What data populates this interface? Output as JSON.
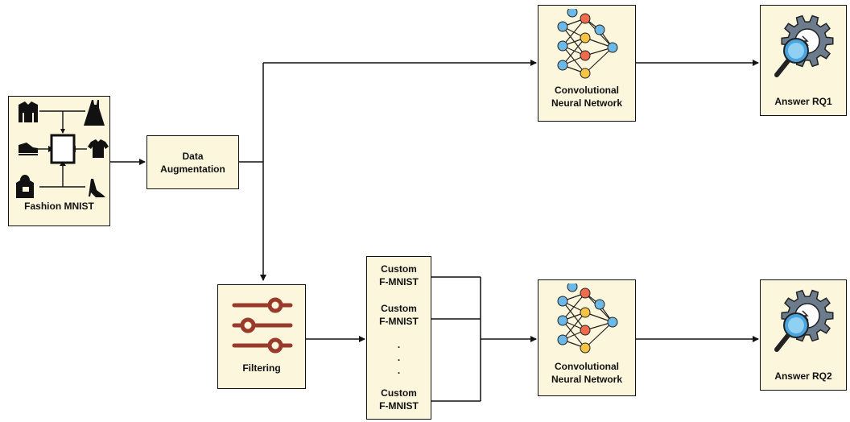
{
  "nodes": {
    "fashion_mnist": "Fashion MNIST",
    "data_augmentation": [
      "Data",
      "Augmentation"
    ],
    "cnn_top": [
      "Convolutional",
      "Neural Network"
    ],
    "answer_rq1": "Answer RQ1",
    "filtering": "Filtering",
    "custom_fmnist": [
      "Custom",
      "F-MNIST"
    ],
    "ellipsis": ".",
    "cnn_bottom": [
      "Convolutional",
      "Neural Network"
    ],
    "answer_rq2": "Answer RQ2"
  },
  "colors": {
    "box_fill": "#fbf6dc",
    "filter_icon": "#9a3a2a",
    "nn_blue": "#6cb8e6",
    "nn_red": "#ee6b4d",
    "nn_yellow": "#f6c445",
    "gear": "#6d7c8c",
    "magnifier": "#4aa3dd"
  },
  "icons": [
    "jacket-icon",
    "dress-icon",
    "sneaker-icon",
    "tshirt-icon",
    "hoodie-icon",
    "heel-icon",
    "filter-sliders-icon",
    "neural-network-icon",
    "gear-magnifier-icon"
  ]
}
